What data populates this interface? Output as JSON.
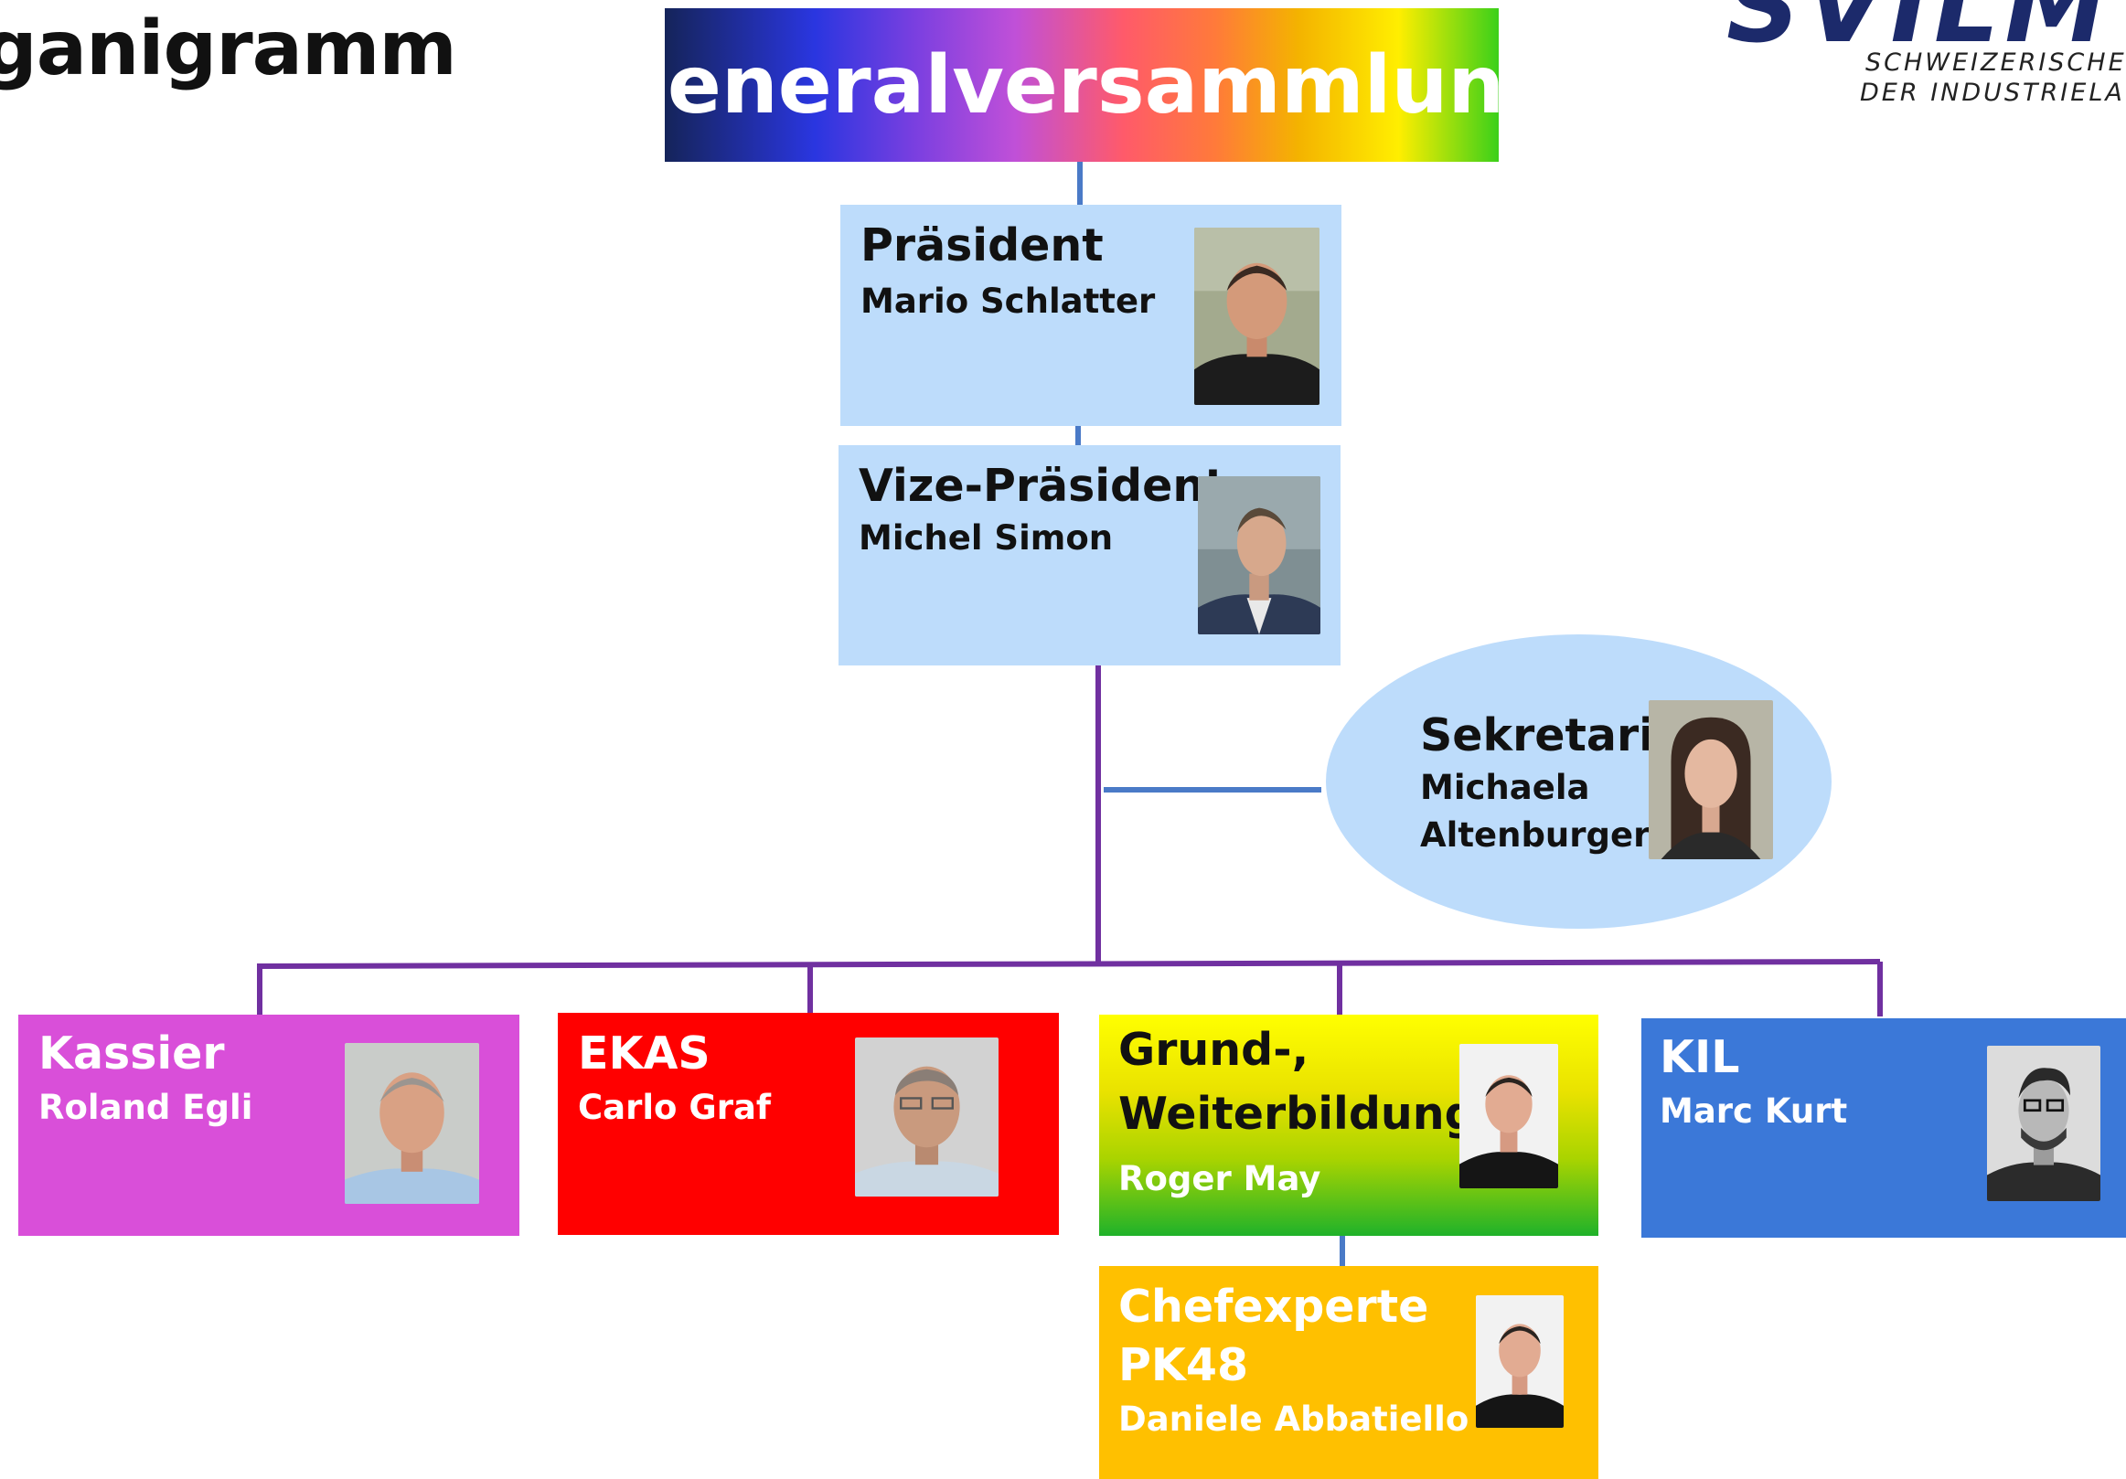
{
  "title": "ganigramm",
  "logo": {
    "letters": "SVILM",
    "tagline_1": "SCHWEIZERISCHE V",
    "tagline_2": "DER INDUSTRIELAC"
  },
  "top": {
    "label": "Generalversammlung"
  },
  "nodes": {
    "praesident": {
      "role": "Präsident",
      "name": "Mario Schlatter"
    },
    "vize": {
      "role": "Vize-Präsident",
      "name": "Michel Simon"
    },
    "sekretariat": {
      "role": "Sekretariat",
      "name_line_1": "Michaela",
      "name_line_2": "Altenburger"
    },
    "kassier": {
      "role": "Kassier",
      "name": "Roland Egli"
    },
    "ekas": {
      "role": "EKAS",
      "name": "Carlo Graf"
    },
    "grund": {
      "role_line_1": "Grund-,",
      "role_line_2": "Weiterbildung",
      "name": "Roger May"
    },
    "kil": {
      "role": "KIL",
      "name": "Marc Kurt"
    },
    "chef": {
      "role_line_1": "Chefexperte",
      "role_line_2": "PK48",
      "name": "Daniele Abbatiello"
    }
  },
  "colors": {
    "light_blue": "#bddcfb",
    "kassier": "#d94fd9",
    "ekas": "#ff0000",
    "kil": "#3b78d8",
    "chef": "#ffc000",
    "connector_blue": "#4a7ac7",
    "connector_purple": "#7030a0"
  }
}
